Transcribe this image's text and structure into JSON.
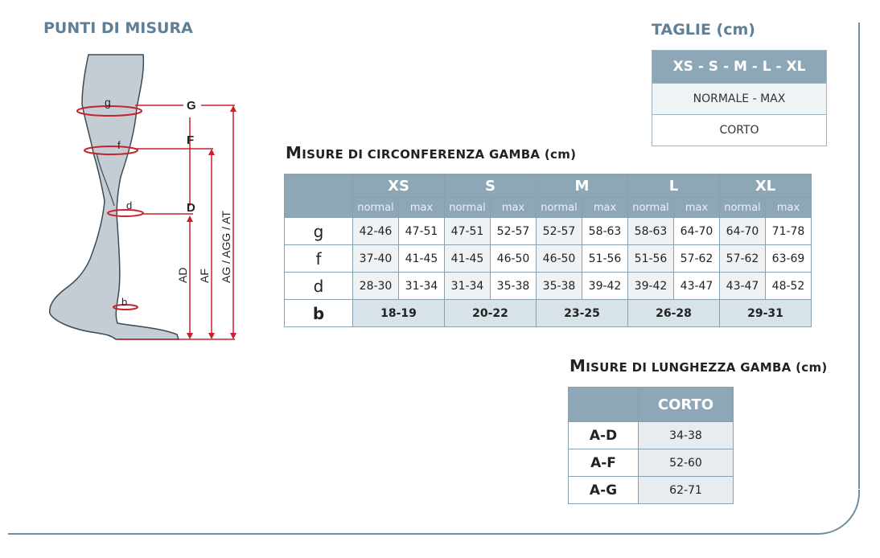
{
  "punti_title": "PUNTI DI MISURA",
  "taglie": {
    "title": "TAGLIE (cm)",
    "header": "XS - S - M - L - XL",
    "rows": [
      "NORMALE - MAX",
      "CORTO"
    ]
  },
  "circ": {
    "title_cap": "M",
    "title_rest": "ISURE DI CIRCONFERENZA GAMBA",
    "title_unit": "(cm)",
    "sizes": [
      "XS",
      "S",
      "M",
      "L",
      "XL"
    ],
    "sub": [
      "normal",
      "max"
    ],
    "rows": [
      {
        "label": "g",
        "values": [
          "42-46",
          "47-51",
          "47-51",
          "52-57",
          "52-57",
          "58-63",
          "58-63",
          "64-70",
          "64-70",
          "71-78"
        ]
      },
      {
        "label": "f",
        "values": [
          "37-40",
          "41-45",
          "41-45",
          "46-50",
          "46-50",
          "51-56",
          "51-56",
          "57-62",
          "57-62",
          "63-69"
        ]
      },
      {
        "label": "d",
        "values": [
          "28-30",
          "31-34",
          "31-34",
          "35-38",
          "35-38",
          "39-42",
          "39-42",
          "43-47",
          "43-47",
          "48-52"
        ]
      }
    ],
    "b": {
      "label": "b",
      "values": [
        "18-19",
        "20-22",
        "23-25",
        "26-28",
        "29-31"
      ]
    }
  },
  "length": {
    "title_cap": "M",
    "title_rest": "ISURE DI LUNGHEZZA GAMBA",
    "title_unit": "(cm)",
    "header": "CORTO",
    "rows": [
      {
        "label": "A-D",
        "value": "34-38"
      },
      {
        "label": "A-F",
        "value": "52-60"
      },
      {
        "label": "A-G",
        "value": "62-71"
      }
    ]
  },
  "diagram": {
    "points_small": [
      "g",
      "f",
      "d",
      "b"
    ],
    "points_big": [
      "G",
      "F",
      "D"
    ],
    "dims": [
      "AD",
      "AF",
      "AG / AGG / AT"
    ]
  },
  "colors": {
    "accent": "#8ea7b7",
    "title": "#5f7f96",
    "measure": "#c8202c",
    "leg": "#c3cdd3"
  }
}
